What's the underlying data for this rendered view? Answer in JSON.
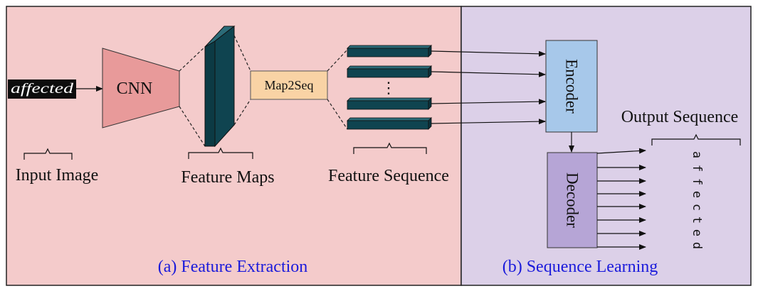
{
  "colors": {
    "left_panel": "#f4cbcb",
    "right_panel": "#dcd0e8",
    "cnn": "#e89a9a",
    "feature_map_front": "#0f4450",
    "feature_map_side": "#2b6b78",
    "map2seq": "#f9d3a5",
    "encoder": "#a7c8ea",
    "decoder": "#b6a5d6",
    "caption": "#1a1adb"
  },
  "input_image": {
    "handwriting": "affected",
    "label": "Input Image"
  },
  "cnn": {
    "label": "CNN"
  },
  "feature_maps": {
    "label": "Feature Maps"
  },
  "map2seq": {
    "label": "Map2Seq"
  },
  "feature_sequence": {
    "label": "Feature Sequence",
    "ellipsis": "⋮"
  },
  "encoder": {
    "label": "Encoder"
  },
  "decoder": {
    "label": "Decoder"
  },
  "output_sequence": {
    "label": "Output Sequence",
    "letters": [
      "a",
      "f",
      "f",
      "e",
      "c",
      "t",
      "e",
      "d"
    ]
  },
  "captions": {
    "feature_extraction": "(a) Feature Extraction",
    "sequence_learning": "(b) Sequence Learning"
  }
}
